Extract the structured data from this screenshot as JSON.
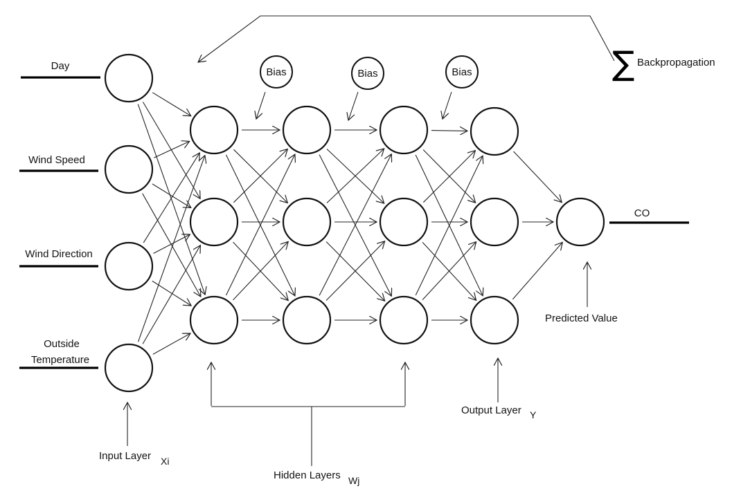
{
  "inputs": [
    {
      "lines": [
        "Day"
      ]
    },
    {
      "lines": [
        "Wind Speed"
      ]
    },
    {
      "lines": [
        "Wind Direction"
      ]
    },
    {
      "lines": [
        "Outside",
        "Temperature"
      ]
    }
  ],
  "bias_labels": [
    "Bias",
    "Bias",
    "Bias"
  ],
  "output_label": "CO",
  "annotations": {
    "input_layer": "Input Layer",
    "input_layer_sub": "Xi",
    "hidden_layers": "Hidden Layers",
    "hidden_layers_sub": "Wj",
    "output_layer": "Output Layer",
    "output_layer_sub": "Y",
    "predicted_value": "Predicted Value",
    "backprop_symbol": "∑",
    "backpropagation": "Backpropagation"
  },
  "network": {
    "layers": [
      {
        "name": "input",
        "size": 4
      },
      {
        "name": "hidden-1",
        "size": 3
      },
      {
        "name": "hidden-2",
        "size": 3
      },
      {
        "name": "hidden-3",
        "size": 3
      },
      {
        "name": "output",
        "size": 3
      },
      {
        "name": "prediction",
        "size": 1
      }
    ],
    "connectivity": "fully-connected"
  }
}
